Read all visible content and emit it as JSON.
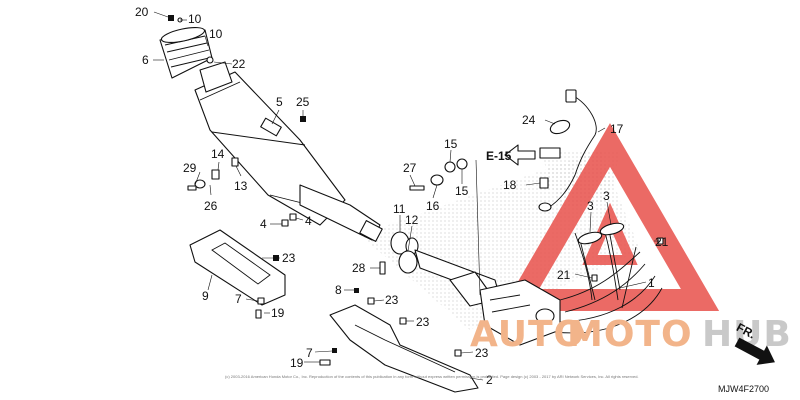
{
  "diagram": {
    "section_ref": "E-15",
    "direction_label": "FR.",
    "diagram_code": "MJW4F2700",
    "copyright_text": "(c) 2003-2016 American Honda Motor Co., Inc. Reproduction of the contents of this publication in any form without express written permission is prohibited. Page design (c) 2003 - 2017 by ARI Network Services, Inc. All rights reserved.",
    "watermark": {
      "part1": "AUTO",
      "part2": "MOTO",
      "part3": "HUB",
      "accent_color": "#e8504a",
      "secondary_color": "#bbbbbb"
    },
    "callouts": [
      "20",
      "10",
      "10",
      "6",
      "22",
      "5",
      "25",
      "14",
      "29",
      "26",
      "13",
      "4",
      "4",
      "23",
      "9",
      "7",
      "19",
      "28",
      "11",
      "12",
      "27",
      "16",
      "15",
      "15",
      "E-15",
      "18",
      "24",
      "17",
      "3",
      "3",
      "21",
      "21",
      "1",
      "8",
      "23",
      "23",
      "23",
      "7",
      "19",
      "2"
    ]
  }
}
